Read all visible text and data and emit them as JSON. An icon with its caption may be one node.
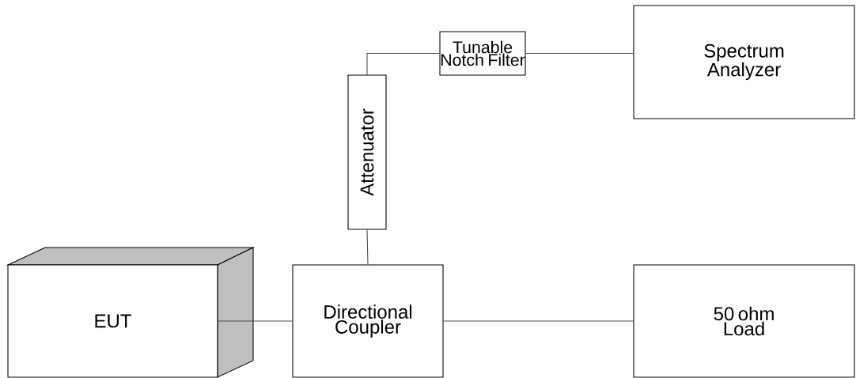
{
  "diagram": {
    "nodes": [
      {
        "text": [
          "Tunable Notch Filter"
        ]
      },
      {
        "text": [
          "Spectrum Analyzer"
        ]
      },
      {
        "text": [
          "Attenuator"
        ]
      },
      {
        "text": [
          "EUT"
        ]
      },
      {
        "text": [
          "Directional Coupler"
        ]
      },
      {
        "text": [
          "50 ohm Load"
        ]
      }
    ],
    "edges": [
      {
        "from": 2,
        "to": 0,
        "arrow": "none"
      },
      {
        "from": 0,
        "to": 1,
        "arrow": "none"
      },
      {
        "from": 4,
        "to": 2,
        "arrow": "none"
      },
      {
        "from": 3,
        "to": 4,
        "arrow": "none"
      },
      {
        "from": 4,
        "to": 5,
        "arrow": "none"
      }
    ]
  }
}
